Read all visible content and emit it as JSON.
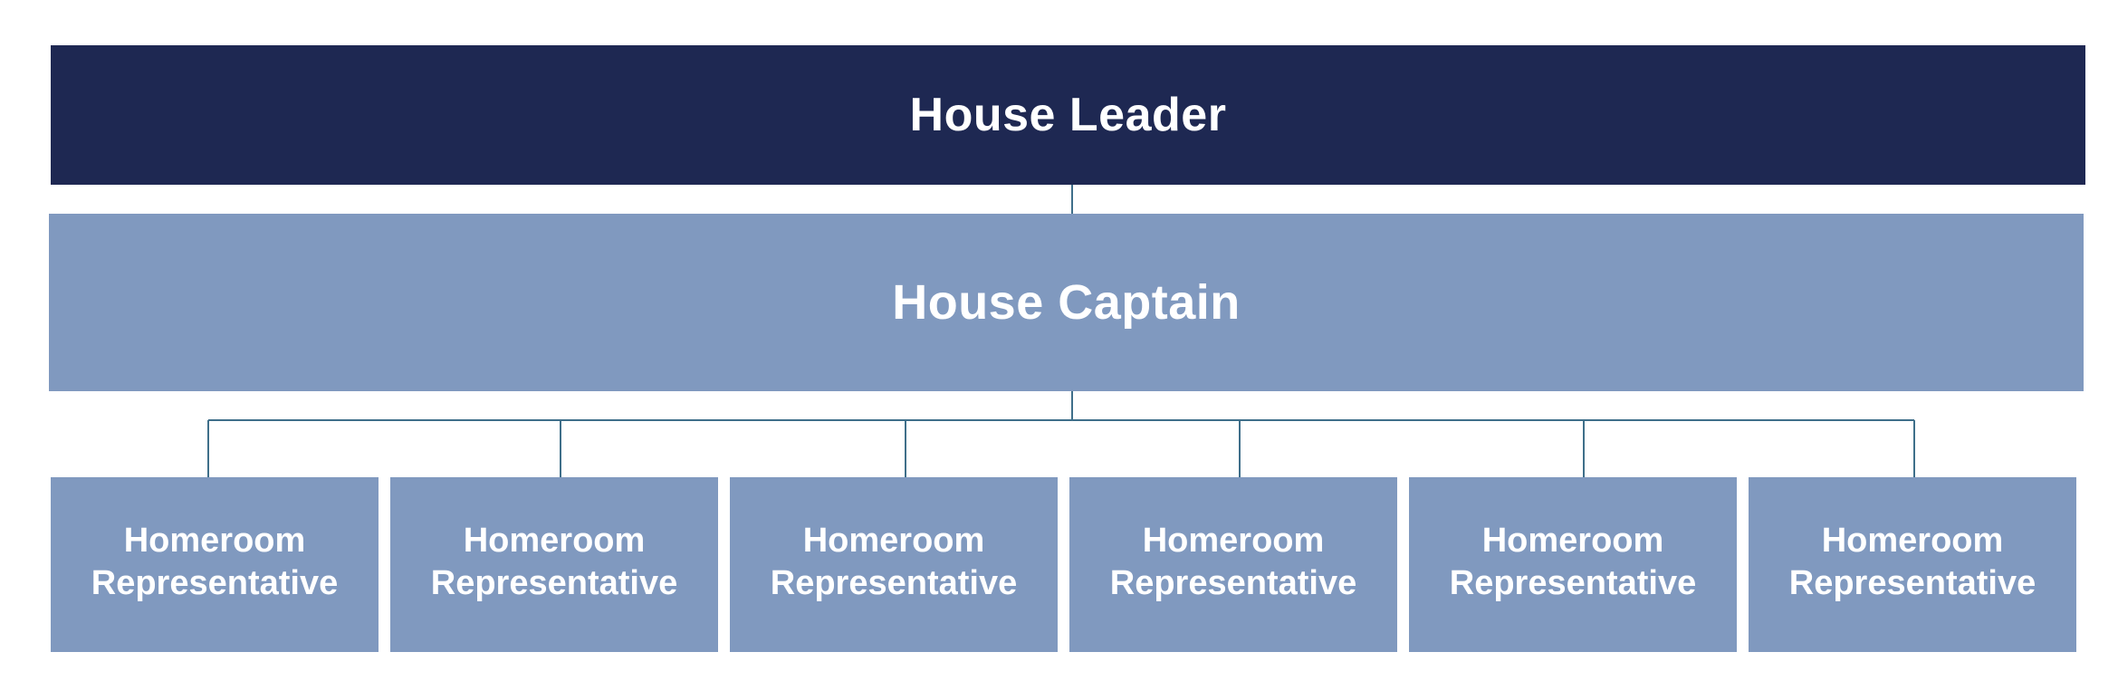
{
  "nodes": {
    "leader": {
      "label": "House Leader"
    },
    "captain": {
      "label": "House Captain"
    },
    "representatives": [
      {
        "line1": "Homeroom",
        "line2": "Representative"
      },
      {
        "line1": "Homeroom",
        "line2": "Representative"
      },
      {
        "line1": "Homeroom",
        "line2": "Representative"
      },
      {
        "line1": "Homeroom",
        "line2": "Representative"
      },
      {
        "line1": "Homeroom",
        "line2": "Representative"
      },
      {
        "line1": "Homeroom",
        "line2": "Representative"
      }
    ]
  },
  "colors": {
    "leader_fill": "#1e2852",
    "captain_fill": "#8099bf",
    "representative_fill": "#8099bf",
    "text": "#ffffff",
    "connector": "#3f6f8a"
  }
}
